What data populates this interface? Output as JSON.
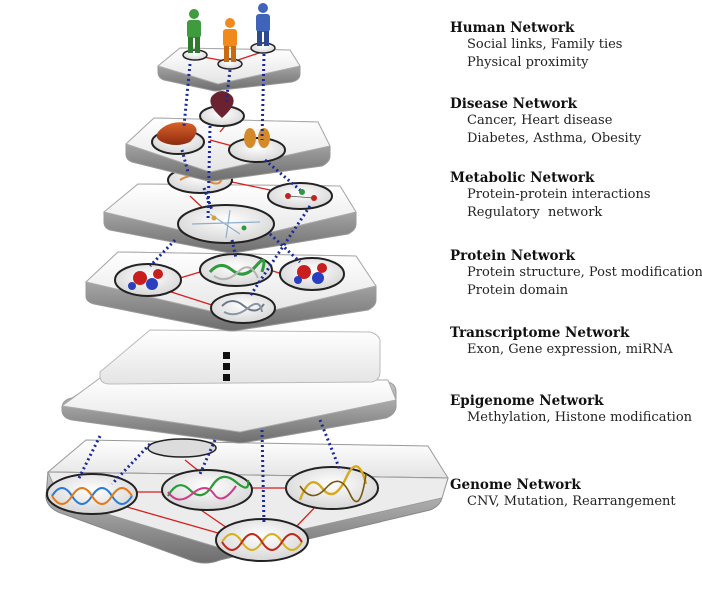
{
  "layers": [
    {
      "title": "Human Network",
      "lines": [
        "Social links, Family ties",
        "Physical proximity"
      ]
    },
    {
      "title": "Disease Network",
      "lines": [
        "Cancer, Heart disease",
        "Diabetes, Asthma, Obesity"
      ]
    },
    {
      "title": "Metabolic Network",
      "lines": [
        "Protein-protein interactions",
        "Regulatory  network"
      ]
    },
    {
      "title": "Protein Network",
      "lines": [
        "Protein structure, Post modification",
        "Protein domain"
      ]
    },
    {
      "title": "Transcriptome Network",
      "lines": [
        "Exon, Gene expression, miRNA"
      ]
    },
    {
      "title": "Epigenome Network",
      "lines": [
        "Methylation, Histone modification"
      ]
    },
    {
      "title": "Genome Network",
      "lines": [
        "CNV, Mutation, Rearrangement"
      ]
    }
  ],
  "colors": {
    "platform_top": "#f4f4f4",
    "platform_side": "#9a9a9a",
    "network_link": "#d62020",
    "inter_layer_link": "#1a2a9c",
    "person_green": "#3e9b3e",
    "person_orange": "#f08a1c",
    "person_blue": "#3f64b8"
  }
}
